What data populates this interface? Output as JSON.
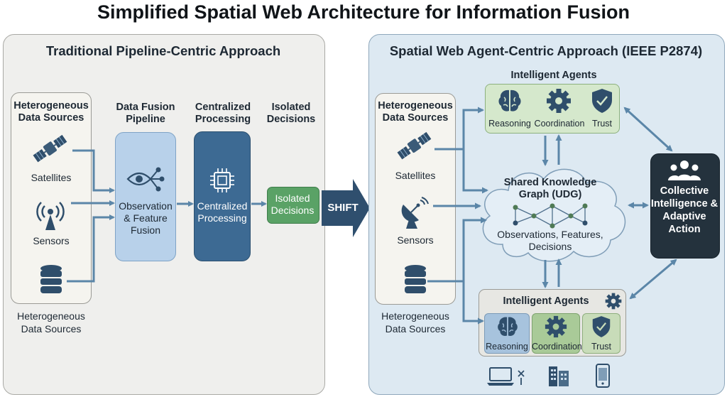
{
  "title": "Simplified Spatial Web Architecture for Information Fusion",
  "left_panel": {
    "title": "Traditional Pipeline-Centric Approach",
    "sources_title": "Heterogeneous Data Sources",
    "sources": [
      "Satellites",
      "Sensors"
    ],
    "sources_caption": "Heterogeneous Data Sources",
    "pipeline_title": "Data Fusion Pipeline",
    "pipeline_box": "Observation & Feature Fusion",
    "processing_title": "Centralized Processing",
    "processing_box": "Centralized Processing",
    "decisions_title": "Isolated Decisions",
    "decisions_box": "Isolated Decisions"
  },
  "shift_label": "SHIFT",
  "right_panel": {
    "title": "Spatial Web Agent-Centric Approach (IEEE P2874)",
    "sources_title": "Heterogeneous Data Sources",
    "sources": [
      "Satellites",
      "Sensors"
    ],
    "sources_caption": "Heterogeneous Data Sources",
    "agents_top": {
      "title": "Intelligent Agents",
      "items": [
        "Reasoning",
        "Coordination",
        "Trust"
      ]
    },
    "knowledge_graph": {
      "title": "Shared Knowledge Graph (UDG)",
      "subtitle": "Observations, Features, Decisions"
    },
    "agents_bottom": {
      "title": "Intelligent Agents",
      "items": [
        "Reasoning",
        "Coordination",
        "Trust"
      ]
    },
    "collective": "Collective Intelligence & Adaptive Action"
  },
  "colors": {
    "arrow": "#5b86a8",
    "fusion_fill": "#b8d1ea",
    "processing_fill": "#3d6a93",
    "decision_fill": "#5aa266",
    "agents_fill": "#d5e8cc",
    "collective_fill": "#24323d",
    "shift_fill": "#2f4f6e"
  },
  "icons": [
    "satellite-icon",
    "sensor-icon",
    "database-icon",
    "eye-network-icon",
    "cpu-chip-icon",
    "satellite-dish-icon",
    "brain-icon",
    "gear-icon",
    "shield-check-icon",
    "people-icon",
    "laptop-icon",
    "building-icon",
    "smartphone-icon"
  ]
}
